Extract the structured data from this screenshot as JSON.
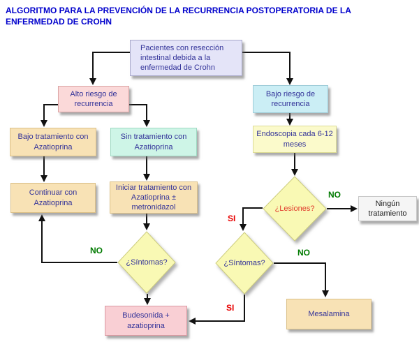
{
  "title": "ALGORITMO PARA LA PREVENCIÓN DE LA RECURRENCIA POSTOPERATORIA DE LA ENFERMEDAD DE CROHN",
  "nodes": {
    "pacientes": {
      "text": "Pacientes con resección intestinal debida a la enfermedad de Crohn"
    },
    "alto_riesgo": {
      "text": "Alto riesgo de recurrencia"
    },
    "bajo_riesgo": {
      "text": "Bajo riesgo de recurrencia"
    },
    "bajo_tratamiento": {
      "text": "Bajo tratamiento con Azatioprina"
    },
    "sin_tratamiento": {
      "text": "Sin tratamiento con Azatioprina"
    },
    "endoscopia": {
      "text": "Endoscopia cada 6-12 meses"
    },
    "continuar": {
      "text": "Continuar con Azatioprina"
    },
    "iniciar": {
      "text": "Iniciar tratamiento con Azatioprina ± metronidazol"
    },
    "lesiones": {
      "text": "¿Lesiones?"
    },
    "ningun_tratamiento": {
      "text": "Ningún tratamiento"
    },
    "sintomas_izquierda": {
      "text": "¿Síntomas?"
    },
    "sintomas_derecha": {
      "text": "¿Síntomas?"
    },
    "budesonida": {
      "text": "Budesonida + azatioprina"
    },
    "mesalamina": {
      "text": "Mesalamina"
    }
  },
  "edge_labels": {
    "lesiones_no": "NO",
    "lesiones_si": "SI",
    "sintomas_izquierda_no": "NO",
    "sintomas_derecha_no": "NO",
    "sintomas_derecha_si": "SI"
  },
  "colors": {
    "title_blue": "#0000CC",
    "node_text_blue": "#333399",
    "decision_text_red": "#E03A2B",
    "label_no_green": "#007A00",
    "label_si_red": "#E80000",
    "fill_lavender": "#E4E4F8",
    "fill_pink_light": "#FBD9D9",
    "fill_cyan": "#CBEEF5",
    "fill_wheat": "#F8E2B5",
    "fill_mint": "#CEF5E7",
    "fill_pale_yellow": "#FBFACB",
    "fill_diamond_yellow": "#F9F9B4",
    "fill_gray_white": "#F5F5F5",
    "fill_pink": "#F9CFD4",
    "line_black": "#111111"
  }
}
